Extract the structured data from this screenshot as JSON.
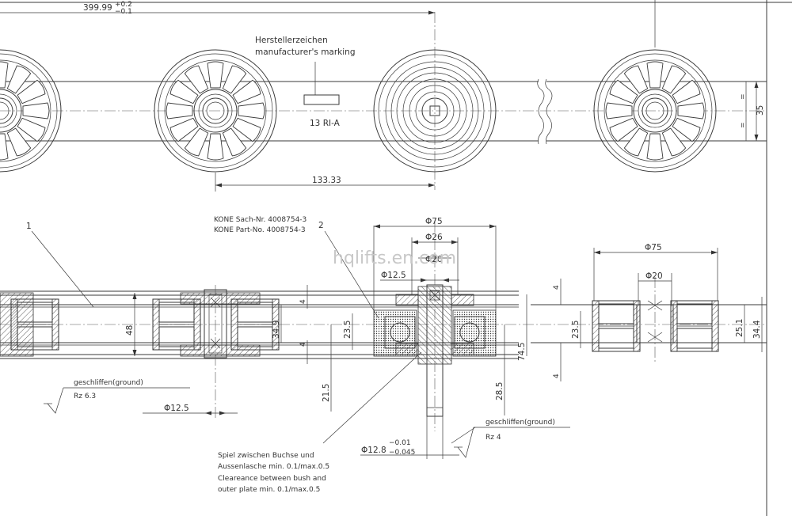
{
  "top_view": {
    "dim_pitch_total": "399.99",
    "dim_pitch_tol_upper": "+0.2",
    "dim_pitch_tol_lower": "−0.1",
    "maker_mark_de": "Herstellerzeichen",
    "maker_mark_en": "manufacturer's marking",
    "mark_text": "13 RI-A",
    "dim_pitch": "133.33",
    "dim_height": "35",
    "equal_mark": "="
  },
  "section_view": {
    "item_1": "1",
    "item_2": "2",
    "part_no_de": "KONE Sach-Nr. 4008754-3",
    "part_no_en": "KONE Part-No. 4008754-3",
    "dia_75_left": "Φ75",
    "dia_26": "Φ26",
    "dia_20_left": "Φ20",
    "dia_12_5_top": "Φ12.5",
    "dia_75_right": "Φ75",
    "dia_20_right": "Φ20",
    "dim_48": "48",
    "dim_34_9": "34.9",
    "dim_4_a": "4",
    "dim_4_b": "4",
    "dim_23_5_left": "23.5",
    "dim_74_5": "74.5",
    "dim_21_5": "21.5",
    "dim_28_5": "28.5",
    "dim_4_c": "4",
    "dim_4_d": "4",
    "dim_23_5_right": "23.5",
    "dim_25_1": "25.1",
    "dim_34_4": "34.4",
    "ground_left": "geschliffen(ground)",
    "rz_left": "Rz 6.3",
    "dia_12_5_bottom": "Φ12.5",
    "ground_right": "geschliffen(ground)",
    "rz_right": "Rz 4",
    "dia_12_8": "Φ12.8",
    "dia_12_8_tol_upper": "−0.01",
    "dia_12_8_tol_lower": "−0.045",
    "note_de_1": "Spiel zwischen Buchse und",
    "note_de_2": "Aussenlasche min. 0.1/max.0.5",
    "note_en_1": "Cleareance between bush and",
    "note_en_2": "outer plate min. 0.1/max.0.5"
  },
  "watermark": "hqlifts.en.com"
}
